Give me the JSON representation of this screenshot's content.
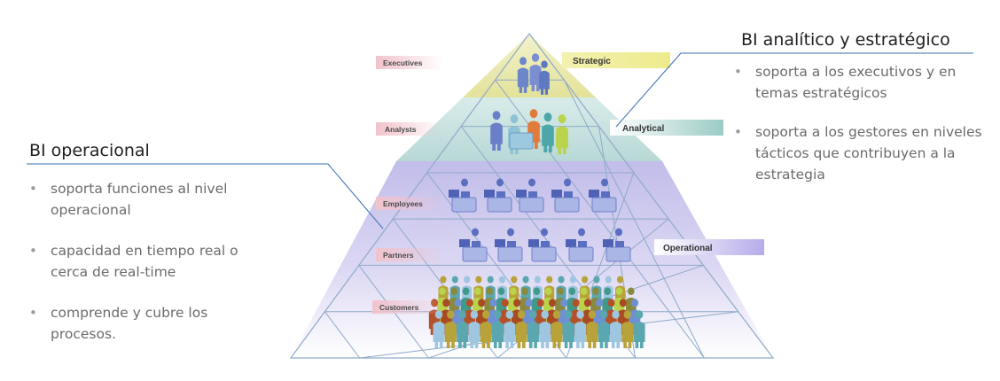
{
  "pyramid": {
    "levels": [
      {
        "label": "Executives"
      },
      {
        "label": "Analysts"
      },
      {
        "label": "Employees"
      },
      {
        "label": "Partners"
      },
      {
        "label": "Customers"
      }
    ],
    "tags": {
      "strategic": "Strategic",
      "analytical": "Analytical",
      "operational": "Operational"
    },
    "colors": {
      "grid_line": "#8fa9c9",
      "tier_strategic": "#eae7a6",
      "tier_analytical": "#bfdcd8",
      "tier_operational": "#cbc6ec",
      "label_bg": "#f4cfd6",
      "tag_strategic": "#f1ef9c",
      "tag_analytical": "#a9d2cc",
      "tag_operational": "#c2b9ee"
    }
  },
  "callouts": {
    "strategic": {
      "title": "BI analítico y estratégico",
      "bullets": [
        "soporta a los executivos y en temas estratégicos",
        "soporta a los gestores en niveles tácticos que contribuyen a la estrategia"
      ]
    },
    "operational": {
      "title": "BI operacional",
      "bullets": [
        "soporta funciones al nivel operacional",
        "capacidad en tiempo real o cerca de real-time",
        "comprende y cubre los procesos."
      ]
    }
  }
}
